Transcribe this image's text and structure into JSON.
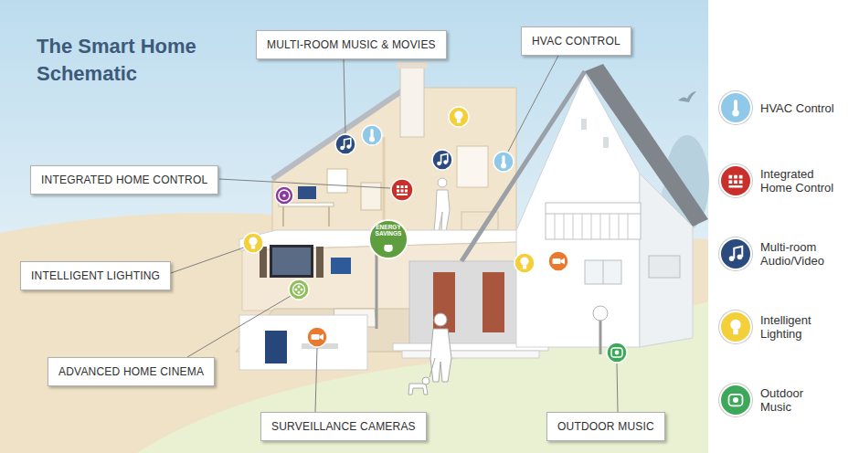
{
  "diagram": {
    "title": "The Smart Home Schematic",
    "nodes": [
      {
        "text": [
          "MULTI-ROOM MUSIC & MOVIES"
        ]
      },
      {
        "text": [
          "HVAC CONTROL"
        ]
      },
      {
        "text": [
          "INTEGRATED HOME CONTROL"
        ]
      },
      {
        "text": [
          "INTELLIGENT LIGHTING"
        ]
      },
      {
        "text": [
          "ADVANCED HOME CINEMA"
        ]
      },
      {
        "text": [
          "SURVEILLANCE CAMERAS"
        ]
      },
      {
        "text": [
          "OUTDOOR MUSIC"
        ]
      }
    ],
    "labels": [
      "ENERGY SAVINGS"
    ],
    "legend": [
      {
        "text": "HVAC Control",
        "color": "#8fc8e8"
      },
      {
        "text": "Integrated Home Control",
        "color": "#c9302c"
      },
      {
        "text": "Multi-room Audio/Video",
        "color": "#2b4a7e"
      },
      {
        "text": "Intelligent Lighting",
        "color": "#f3cf3a"
      },
      {
        "text": "Outdoor Music",
        "color": "#3ea85a"
      }
    ]
  }
}
